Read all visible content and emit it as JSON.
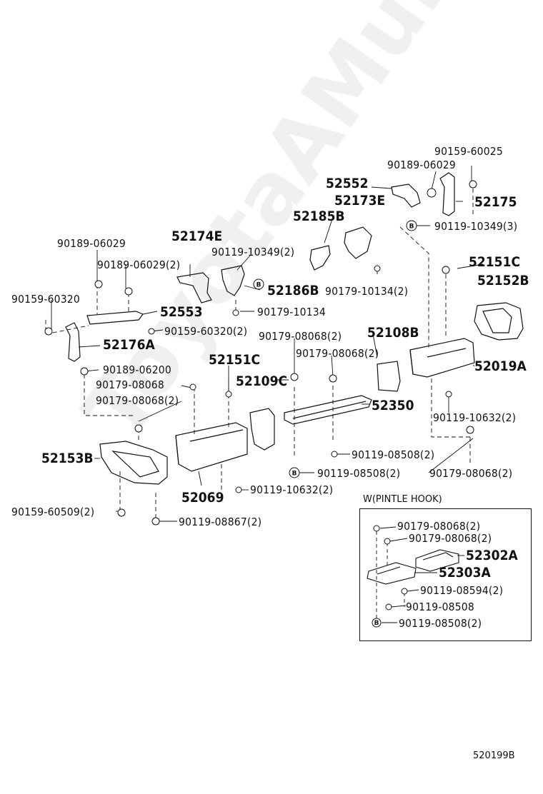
{
  "labels": {
    "p90159_60025": "90159-60025",
    "p90189_06029_top": "90189-06029",
    "p52552": "52552",
    "p52173E": "52173E",
    "p52175": "52175",
    "p52185B": "52185B",
    "p90119_10349_3": "90119-10349(3)",
    "p90189_06029_left": "90189-06029",
    "p52174E": "52174E",
    "p90119_10349_2": "90119-10349(2)",
    "p52151C_right": "52151C",
    "p90189_06029_2": "90189-06029(2)",
    "p52186B": "52186B",
    "p90179_10134_2": "90179-10134(2)",
    "p52152B": "52152B",
    "p90159_60320": "90159-60320",
    "p52553": "52553",
    "p90179_10134": "90179-10134",
    "p90159_60320_2": "90159-60320(2)",
    "p90179_08068_2_a": "90179-08068(2)",
    "p52108B": "52108B",
    "p52176A": "52176A",
    "p90179_08068_2_b": "90179-08068(2)",
    "p52151C_mid": "52151C",
    "p52019A": "52019A",
    "p90189_06200": "90189-06200",
    "p90179_08068": "90179-08068",
    "p52109C": "52109C",
    "p90179_08068_2_c": "90179-08068(2)",
    "p52350": "52350",
    "p90119_10632_2_right": "90119-10632(2)",
    "p52153B": "52153B",
    "p90119_08508_2_a": "90119-08508(2)",
    "p90119_08508_2_b": "90119-08508(2)",
    "p90179_08068_2_d": "90179-08068(2)",
    "p52069": "52069",
    "p90119_10632_2_mid": "90119-10632(2)",
    "p90159_60509_2": "90159-60509(2)",
    "p90119_08867_2": "90119-08867(2)"
  },
  "inset": {
    "title": "W(PINTLE HOOK)",
    "labels": {
      "p90179_08068_2_a": "90179-08068(2)",
      "p90179_08068_2_b": "90179-08068(2)",
      "p52302A": "52302A",
      "p52303A": "52303A",
      "p90119_08594_2": "90119-08594(2)",
      "p90119_08508": "90119-08508",
      "p90119_08508_2": "90119-08508(2)"
    }
  },
  "bolt_marker": "B",
  "diagram_code": "520199B",
  "watermark": "ToyotaAMune.ru"
}
